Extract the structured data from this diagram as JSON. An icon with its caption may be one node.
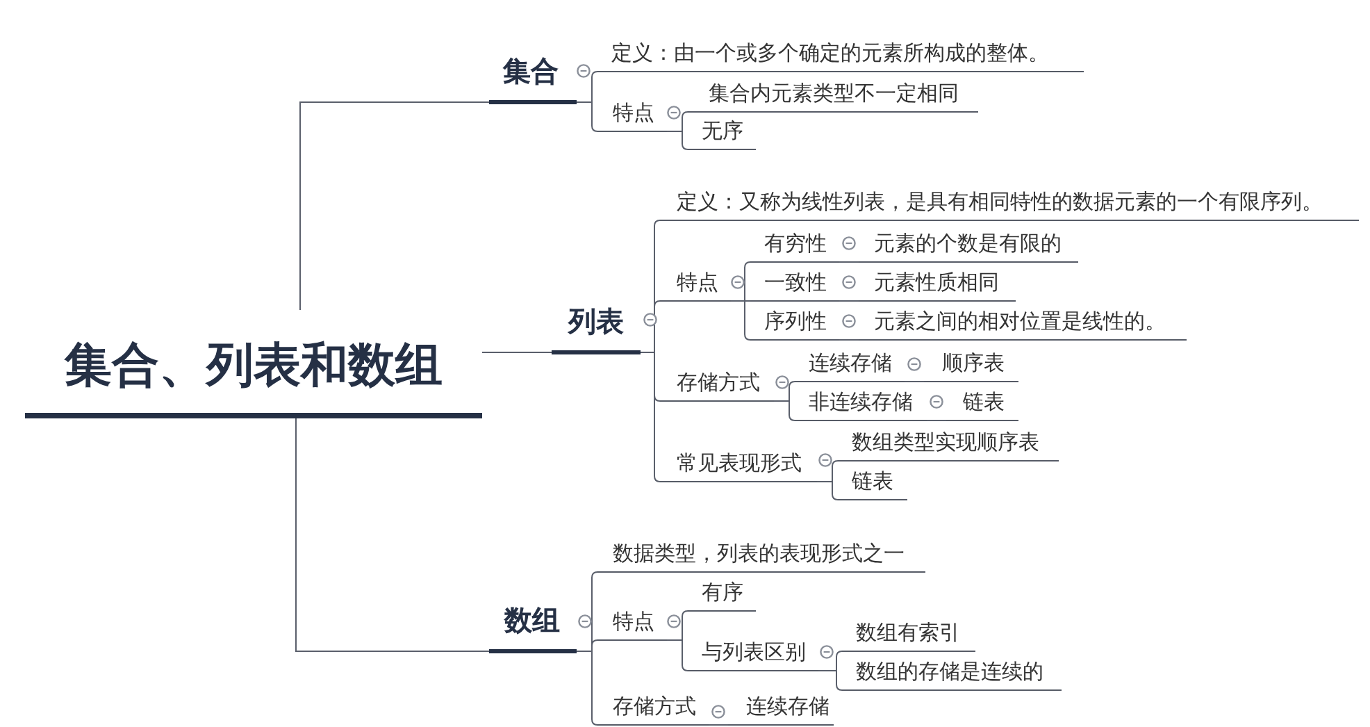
{
  "diagram": {
    "nodes": [
      {
        "text": [
          "集合、列表和数组"
        ]
      },
      {
        "text": [
          "集合"
        ]
      },
      {
        "text": [
          "定义：由一个或多个确定的元素所构成的整体。"
        ]
      },
      {
        "text": [
          "特点"
        ]
      },
      {
        "text": [
          "集合内元素类型不一定相同"
        ]
      },
      {
        "text": [
          "无序"
        ]
      },
      {
        "text": [
          "列表"
        ]
      },
      {
        "text": [
          "定义：又称为线性列表，是具有相同特性的数据元素的一个有限序列。"
        ]
      },
      {
        "text": [
          "特点"
        ]
      },
      {
        "text": [
          "有穷性"
        ]
      },
      {
        "text": [
          "元素的个数是有限的"
        ]
      },
      {
        "text": [
          "一致性"
        ]
      },
      {
        "text": [
          "元素性质相同"
        ]
      },
      {
        "text": [
          "序列性"
        ]
      },
      {
        "text": [
          "元素之间的相对位置是线性的。"
        ]
      },
      {
        "text": [
          "存储方式"
        ]
      },
      {
        "text": [
          "连续存储"
        ]
      },
      {
        "text": [
          "顺序表"
        ]
      },
      {
        "text": [
          "非连续存储"
        ]
      },
      {
        "text": [
          "链表"
        ]
      },
      {
        "text": [
          "常见表现形式"
        ]
      },
      {
        "text": [
          "数组类型实现顺序表"
        ]
      },
      {
        "text": [
          "链表"
        ]
      },
      {
        "text": [
          "数组"
        ]
      },
      {
        "text": [
          "数据类型，列表的表现形式之一"
        ]
      },
      {
        "text": [
          "特点"
        ]
      },
      {
        "text": [
          "有序"
        ]
      },
      {
        "text": [
          "与列表区别"
        ]
      },
      {
        "text": [
          "数组有索引"
        ]
      },
      {
        "text": [
          "数组的存储是连续的"
        ]
      },
      {
        "text": [
          "存储方式"
        ]
      },
      {
        "text": [
          "连续存储"
        ]
      }
    ],
    "edges": [
      {
        "from": 0,
        "to": 1,
        "arrow": "none"
      },
      {
        "from": 0,
        "to": 6,
        "arrow": "none"
      },
      {
        "from": 0,
        "to": 23,
        "arrow": "none"
      },
      {
        "from": 1,
        "to": 2,
        "arrow": "none"
      },
      {
        "from": 1,
        "to": 3,
        "arrow": "none"
      },
      {
        "from": 3,
        "to": 4,
        "arrow": "none"
      },
      {
        "from": 3,
        "to": 5,
        "arrow": "none"
      },
      {
        "from": 6,
        "to": 7,
        "arrow": "none"
      },
      {
        "from": 6,
        "to": 8,
        "arrow": "none"
      },
      {
        "from": 8,
        "to": 9,
        "arrow": "none"
      },
      {
        "from": 9,
        "to": 10,
        "arrow": "none"
      },
      {
        "from": 8,
        "to": 11,
        "arrow": "none"
      },
      {
        "from": 11,
        "to": 12,
        "arrow": "none"
      },
      {
        "from": 8,
        "to": 13,
        "arrow": "none"
      },
      {
        "from": 13,
        "to": 14,
        "arrow": "none"
      },
      {
        "from": 6,
        "to": 15,
        "arrow": "none"
      },
      {
        "from": 15,
        "to": 16,
        "arrow": "none"
      },
      {
        "from": 16,
        "to": 17,
        "arrow": "none"
      },
      {
        "from": 15,
        "to": 18,
        "arrow": "none"
      },
      {
        "from": 18,
        "to": 19,
        "arrow": "none"
      },
      {
        "from": 6,
        "to": 20,
        "arrow": "none"
      },
      {
        "from": 20,
        "to": 21,
        "arrow": "none"
      },
      {
        "from": 20,
        "to": 22,
        "arrow": "none"
      },
      {
        "from": 23,
        "to": 24,
        "arrow": "none"
      },
      {
        "from": 23,
        "to": 25,
        "arrow": "none"
      },
      {
        "from": 25,
        "to": 26,
        "arrow": "none"
      },
      {
        "from": 25,
        "to": 27,
        "arrow": "none"
      },
      {
        "from": 27,
        "to": 28,
        "arrow": "none"
      },
      {
        "from": 27,
        "to": 29,
        "arrow": "none"
      },
      {
        "from": 23,
        "to": 30,
        "arrow": "none"
      },
      {
        "from": 30,
        "to": 31,
        "arrow": "none"
      }
    ]
  }
}
